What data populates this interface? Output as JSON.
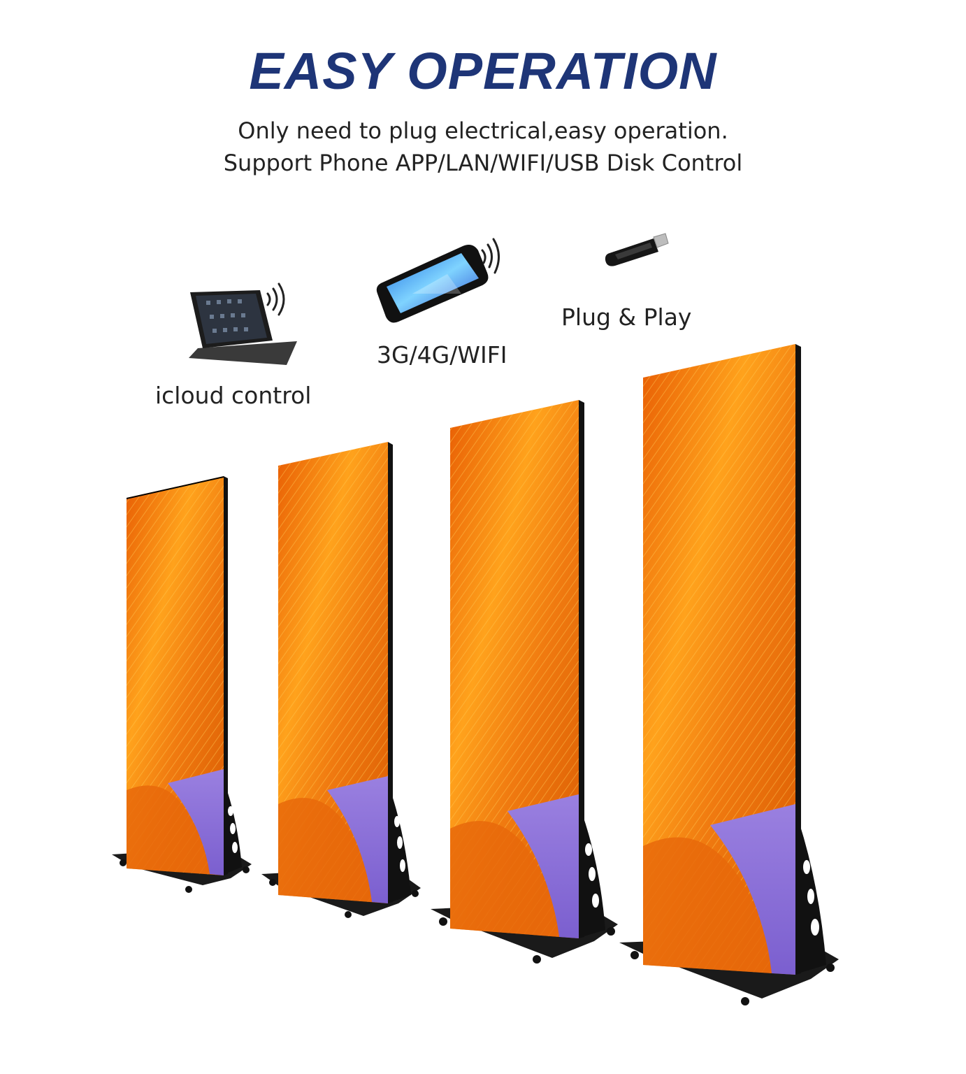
{
  "heading": {
    "title": "EASY OPERATION",
    "line1": "Only need to plug electrical,easy operation.",
    "line2": "Support Phone APP/LAN/WIFI/USB Disk Control"
  },
  "control_methods": [
    {
      "label": "icloud control",
      "icon": "tablet-icon"
    },
    {
      "label": "3G/4G/WIFI",
      "icon": "smartphone-icon"
    },
    {
      "label": "Plug & Play",
      "icon": "usb-drive-icon"
    }
  ],
  "colors": {
    "title": "#1e3577",
    "screen_orange": "#f07a10",
    "screen_purple": "#8b6fd6",
    "frame": "#111111"
  }
}
